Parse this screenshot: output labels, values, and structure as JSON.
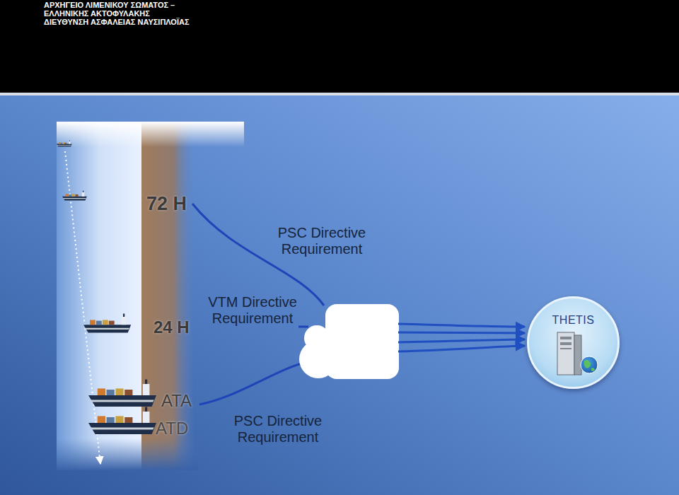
{
  "diagram": {
    "nodes": [
      {
        "text": [
          "THETIS"
        ]
      }
    ],
    "labels": [
      "ΑΡΧΗΓΕΙΟ ΛΙΜΕΝΙΚΟΥ ΣΩΜΑΤΟΣ –",
      "ΕΛΛΗΝΙΚΗΣ ΑΚΤΟΦΥΛΑΚΗΣ",
      "ΔΙΕΥΘΥΝΣΗ ΑΣΦΑΛΕΙΑΣ ΝΑΥΣΙΠΛΟΪΑΣ",
      "72 H",
      "PSC Directive Requirement",
      "24 H",
      "VTM Directive Requirement",
      "ATA",
      "ATD",
      "PSC Directive Requirement"
    ]
  }
}
